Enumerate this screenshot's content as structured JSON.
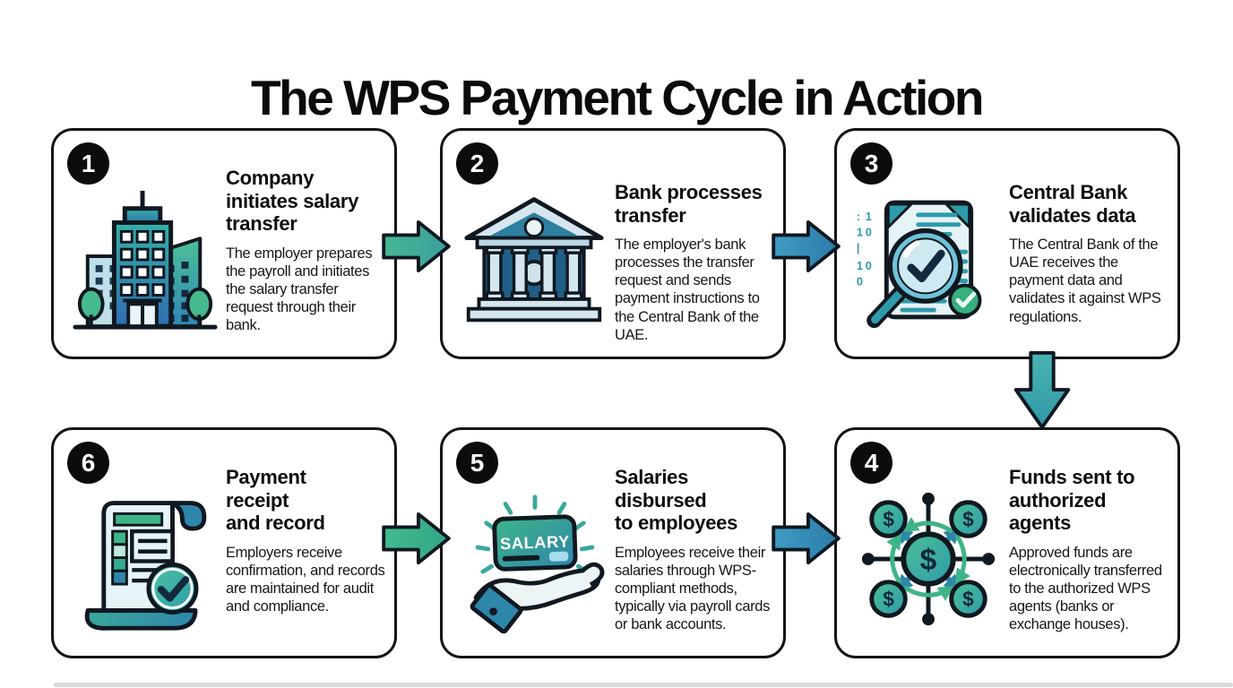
{
  "title": "The WPS Payment Cycle in Action",
  "steps": [
    {
      "num": "1",
      "heading": "Company\ninitiates salary\ntransfer",
      "body": "The employer prepares the payroll and initiates the salary transfer request through their bank.",
      "icon": "company-building-icon"
    },
    {
      "num": "2",
      "heading": "Bank processes\ntransfer",
      "body": "The employer's bank processes the transfer request and sends payment instructions to the Central Bank of the UAE.",
      "icon": "bank-icon"
    },
    {
      "num": "3",
      "heading": "Central Bank\nvalidates data",
      "body": "The Central Bank of the UAE receives the payment data and validates it against WPS regulations.",
      "icon": "document-validation-icon"
    },
    {
      "num": "4",
      "heading": "Funds sent to\nauthorized\nagents",
      "body": "Approved funds are electronically transferred to the authorized WPS agents (banks or exchange houses).",
      "icon": "funds-network-icon"
    },
    {
      "num": "5",
      "heading": "Salaries\ndisbursed\nto employees",
      "body": "Employees receive their salaries through WPS-compliant methods, typically via payroll cards or bank accounts.",
      "icon": "salary-hand-icon"
    },
    {
      "num": "6",
      "heading": "Payment\nreceipt\nand record",
      "body": "Employers receive confirmation, and records are maintained for audit and compliance.",
      "icon": "payment-receipt-icon"
    }
  ],
  "icons": {
    "currency_symbol": "$",
    "salary_card_label": "SALARY"
  },
  "colors": {
    "outline": "#141414",
    "badge": "#0c0c0c",
    "teal": "#2e9bab",
    "green": "#3eb489",
    "blue": "#2e86ab",
    "arrow_green": "#43b795",
    "arrow_blue": "#3590ba",
    "arrow_teal_down": "#3da8ad"
  }
}
